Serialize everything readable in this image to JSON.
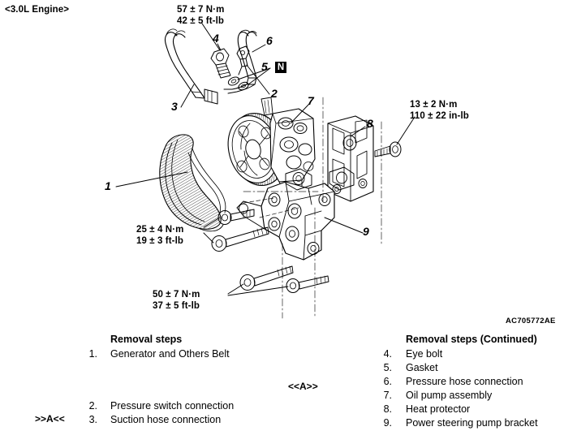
{
  "header": {
    "title": "<3.0L Engine>"
  },
  "figure": {
    "id": "AC705772AE",
    "marker_a_left": ">>A<<",
    "marker_a_center": "<<A>>",
    "n_badge": "N"
  },
  "torque_specs": [
    {
      "id": "spec-eye-bolt",
      "nm": "57 ± 7 N·m",
      "imperial": "42 ± 5 ft-lb"
    },
    {
      "id": "spec-heat-protector",
      "nm": "13 ± 2 N·m",
      "imperial": "110 ± 22 in-lb"
    },
    {
      "id": "spec-pump-bolts",
      "nm": "25 ± 4 N·m",
      "imperial": "19 ± 3 ft-lb"
    },
    {
      "id": "spec-bracket-bolts",
      "nm": "50 ± 7 N·m",
      "imperial": "37 ± 5 ft-lb"
    }
  ],
  "callouts": [
    {
      "num": "1"
    },
    {
      "num": "2"
    },
    {
      "num": "3"
    },
    {
      "num": "4"
    },
    {
      "num": "5"
    },
    {
      "num": "6"
    },
    {
      "num": "7"
    },
    {
      "num": "8"
    },
    {
      "num": "9"
    }
  ],
  "removal_left": {
    "title": "Removal steps",
    "items": [
      {
        "num": "1.",
        "label": "Generator and Others Belt"
      },
      {
        "num": "2.",
        "label": "Pressure switch connection"
      },
      {
        "num": "3.",
        "label": "Suction hose connection"
      }
    ]
  },
  "removal_right": {
    "title": "Removal steps (Continued)",
    "items": [
      {
        "num": "4.",
        "label": "Eye bolt"
      },
      {
        "num": "5.",
        "label": "Gasket"
      },
      {
        "num": "6.",
        "label": "Pressure hose connection"
      },
      {
        "num": "7.",
        "label": "Oil pump assembly"
      },
      {
        "num": "8.",
        "label": "Heat protector"
      },
      {
        "num": "9.",
        "label": "Power steering pump bracket"
      }
    ]
  },
  "colors": {
    "ink": "#000000",
    "paper": "#ffffff",
    "shade": "#d9d9d9"
  }
}
